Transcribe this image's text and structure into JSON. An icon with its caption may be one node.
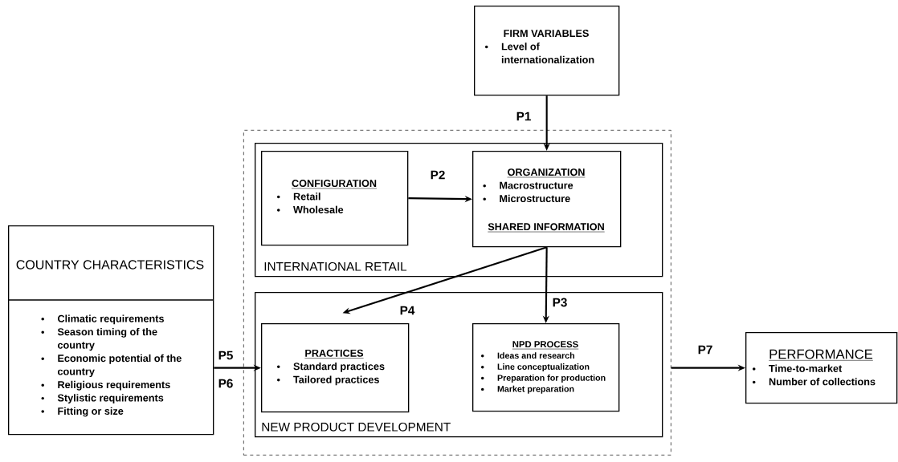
{
  "diagram": {
    "nodes": [
      {
        "text": [
          "FIRM VARIABLES",
          "Level of internationalization"
        ]
      },
      {
        "text": [],
        "shape": "box"
      },
      {
        "text": [
          "INTERNATIONAL RETAIL"
        ],
        "in": 1
      },
      {
        "text": [
          "CONFIGURATION",
          "Retail",
          "Wholesale"
        ],
        "in": 2
      },
      {
        "text": [
          "ORGANIZATION",
          "Macrostructure",
          "Microstructure",
          "SHARED INFORMATION"
        ],
        "in": 2
      },
      {
        "text": [
          "NEW PRODUCT DEVELOPMENT"
        ],
        "in": 1
      },
      {
        "text": [
          "PRACTICES",
          "Standard practices",
          "Tailored practices"
        ],
        "in": 5
      },
      {
        "text": [
          "NPD PROCESS",
          "Ideas and research",
          "Line conceptualization",
          "Preparation for production",
          "Market preparation"
        ],
        "in": 5
      },
      {
        "text": [
          "COUNTRY CHARACTERISTICS",
          "Climatic requirements",
          "Season timing of the country",
          "Economic potential of the country",
          "Religious requirements",
          "Stylistic requirements",
          "Fitting or size"
        ]
      },
      {
        "text": [
          "PERFORMANCE",
          "Time-to-market",
          "Number of collections"
        ]
      }
    ],
    "edges": [
      {
        "from": 0,
        "to": 4,
        "arrow": "to",
        "label": "P1"
      },
      {
        "from": 3,
        "to": 4,
        "arrow": "to",
        "label": "P2"
      },
      {
        "from": 4,
        "to": 7,
        "arrow": "to",
        "label": "P3"
      },
      {
        "from": 4,
        "to": 6,
        "arrow": "to",
        "label": "P4"
      },
      {
        "from": 8,
        "to": 6,
        "arrow": "to",
        "label": "P5"
      },
      {
        "from": 1,
        "to": 9,
        "arrow": "to",
        "label": "P7"
      }
    ],
    "labels": [
      "P6"
    ]
  }
}
